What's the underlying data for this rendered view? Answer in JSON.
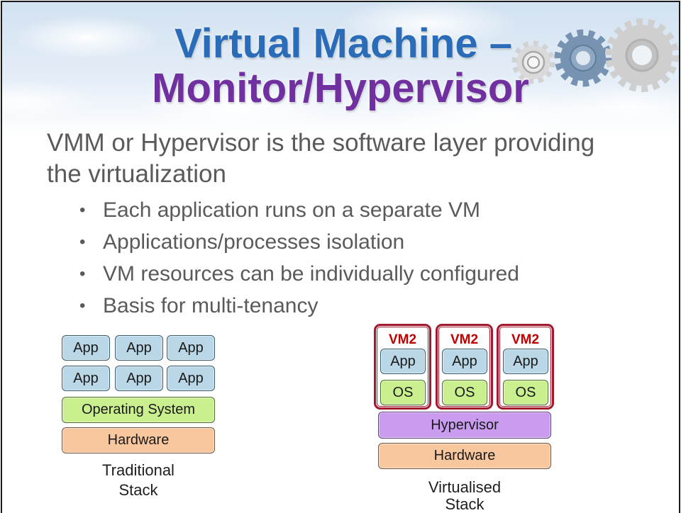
{
  "slide": {
    "title_line1": "Virtual Machine –",
    "title_line2": "Monitor/Hypervisor",
    "intro": "VMM or Hypervisor is the software layer providing the virtualization",
    "bullets": [
      "Each application runs on a separate VM",
      "Applications/processes isolation",
      "VM resources can be individually configured",
      "Basis for multi-tenancy"
    ]
  },
  "traditional_stack": {
    "apps": [
      [
        "App",
        "App",
        "App"
      ],
      [
        "App",
        "App",
        "App"
      ]
    ],
    "os": "Operating System",
    "hardware": "Hardware",
    "caption": [
      "Traditional",
      "Stack"
    ]
  },
  "virtualised_stack": {
    "vms": [
      {
        "label": "VM2",
        "app": "App",
        "os": "OS"
      },
      {
        "label": "VM2",
        "app": "App",
        "os": "OS"
      },
      {
        "label": "VM2",
        "app": "App",
        "os": "OS"
      }
    ],
    "hypervisor": "Hypervisor",
    "hardware": "Hardware",
    "caption": [
      "Virtualised",
      "Stack"
    ]
  },
  "icons": {
    "decoration": [
      "small-gear-icon",
      "medium-gear-icon",
      "large-gear-icon"
    ]
  },
  "colors": {
    "title_blue": "#2a6cb8",
    "title_purple": "#7030a0",
    "body_text": "#5a5a5a",
    "app_fill": "#b9d7e6",
    "os_fill": "#c9ef8e",
    "hardware_fill": "#f8c79d",
    "hypervisor_fill": "#c99cf0",
    "vm_border": "#a2182c",
    "vm_label": "#c00000"
  }
}
